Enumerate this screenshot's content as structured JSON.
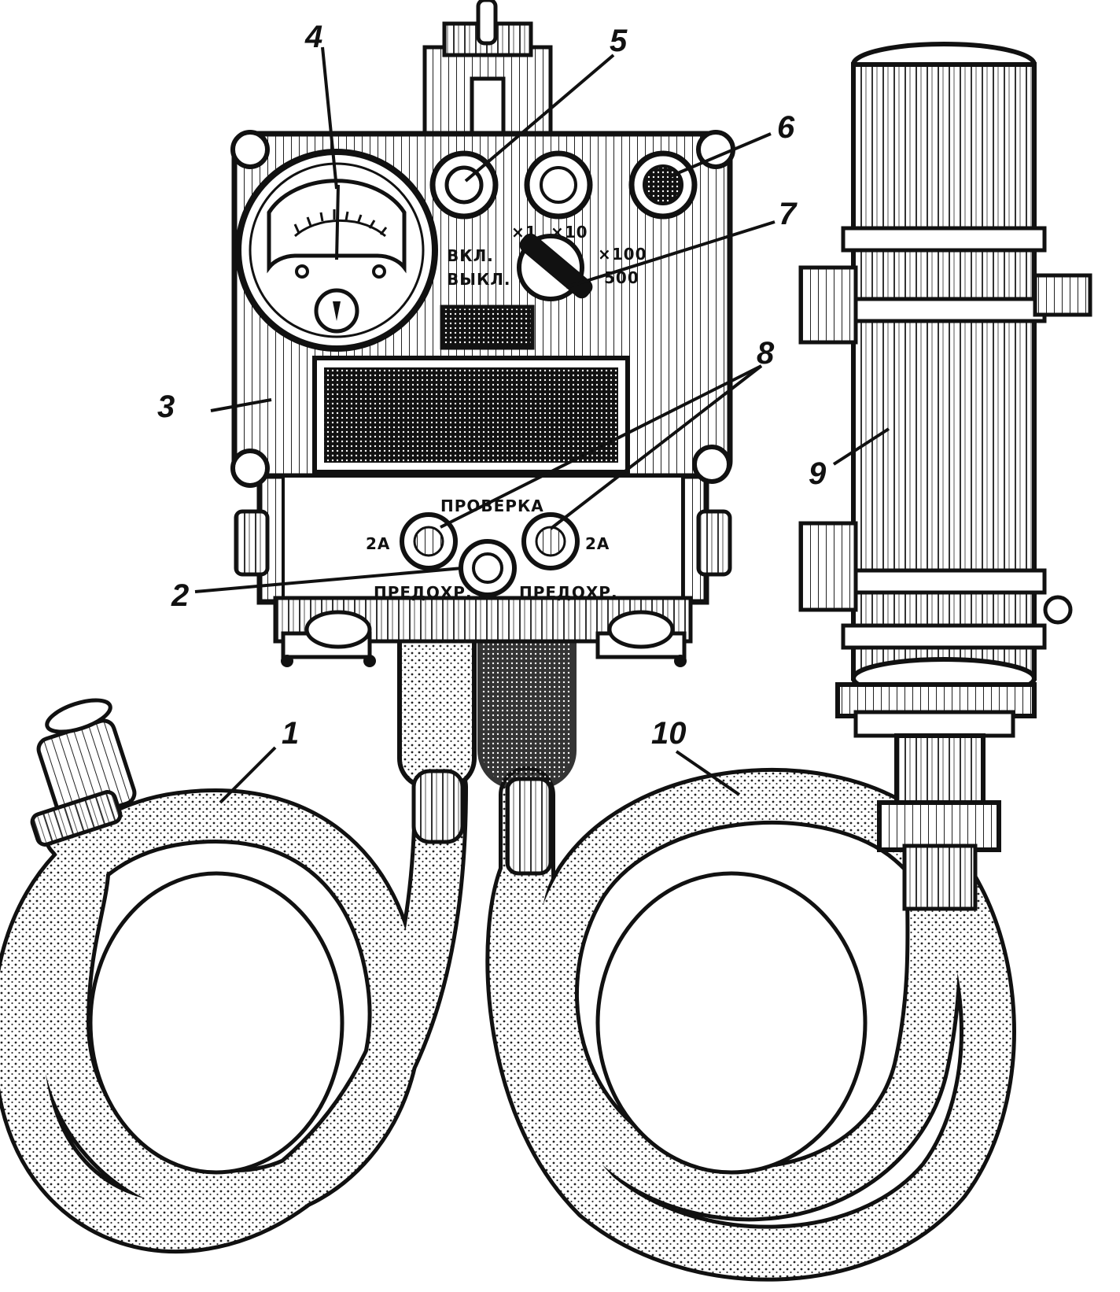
{
  "callouts": [
    "1",
    "2",
    "3",
    "4",
    "5",
    "6",
    "7",
    "8",
    "9",
    "10"
  ],
  "panel": {
    "range_x1": "×1",
    "range_x10": "×10",
    "range_x100": "×100",
    "range_500": "500",
    "on": "ВКЛ.",
    "off": "ВЫКЛ.",
    "check": "ПРОВЕРКА",
    "fuse_left_rating": "2А",
    "fuse_right_rating": "2А",
    "fuse_left_label": "ПРЕДОХР.",
    "fuse_right_label": "ПРЕДОХР."
  }
}
